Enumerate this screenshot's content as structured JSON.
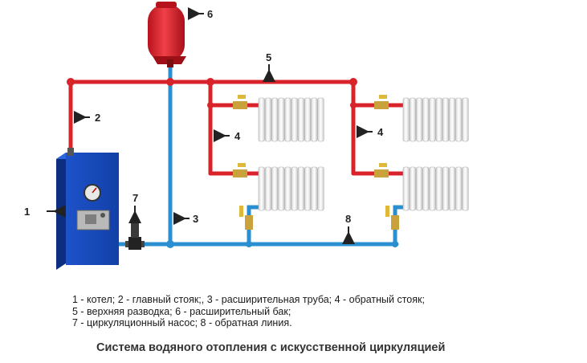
{
  "labels": {
    "boiler": "1",
    "main_riser": "2",
    "expansion_pipe": "3",
    "return_riser_left": "4",
    "return_riser_right": "4",
    "upper_distribution": "5",
    "expansion_tank": "6",
    "circulation_pump": "7",
    "return_line": "8"
  },
  "legend": {
    "line1": "1 - котел; 2 - главный стояк;, 3 - расширительная труба; 4 - обратный стояк;",
    "line2": "5 - верхняя разводка; 6 - расширительный бак;",
    "line3": "7 - циркуляционный насос; 8 - обратная линия."
  },
  "caption": "Система водяного отопления с искусственной циркуляцией",
  "colors": {
    "supply_pipe": "#d8232a",
    "return_pipe": "#2a8fd0",
    "boiler": "#1546b8",
    "tank": "#d9232e"
  }
}
